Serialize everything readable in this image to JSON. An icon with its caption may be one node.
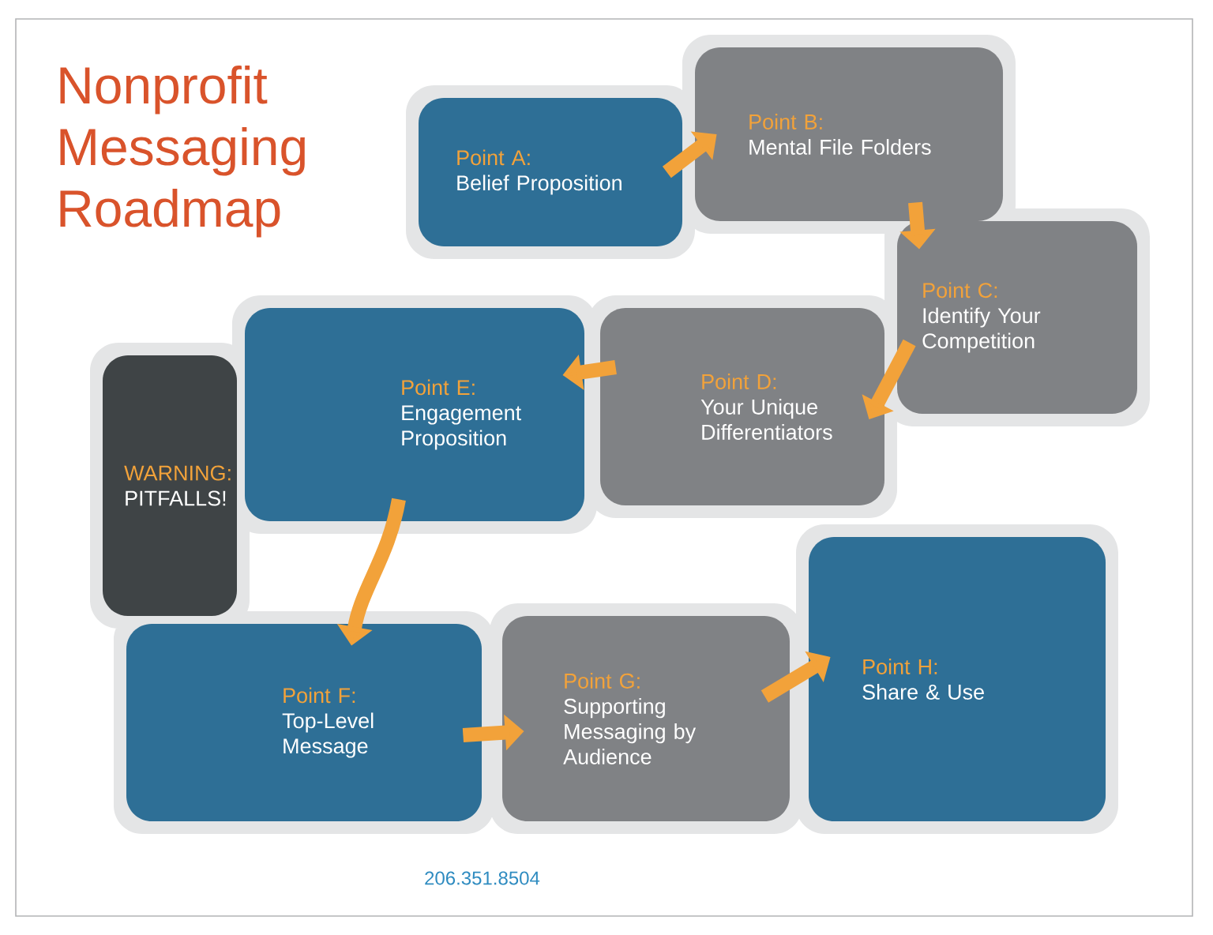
{
  "diagram": {
    "title": "Nonprofit Messaging Roadmap",
    "nodes": [
      {
        "text": [
          "Point A:",
          "Belief Proposition"
        ]
      },
      {
        "text": [
          "Point B:",
          "Mental File Folders"
        ]
      },
      {
        "text": [
          "Point C:",
          "Identify Your Competition"
        ]
      },
      {
        "text": [
          "Point D:",
          "Your Unique Differentiators"
        ]
      },
      {
        "text": [
          "Point E:",
          "Engagement Proposition"
        ]
      },
      {
        "text": [
          "WARNING:",
          "PITFALLS!"
        ]
      },
      {
        "text": [
          "Point F:",
          "Top-Level Message"
        ]
      },
      {
        "text": [
          "Point G:",
          "Supporting Messaging by Audience"
        ]
      },
      {
        "text": [
          "Point H:",
          "Share & Use"
        ]
      }
    ],
    "edges": [
      {
        "from": 0,
        "to": 1,
        "arrow": "to"
      },
      {
        "from": 1,
        "to": 2,
        "arrow": "to"
      },
      {
        "from": 2,
        "to": 3,
        "arrow": "to"
      },
      {
        "from": 3,
        "to": 4,
        "arrow": "to"
      },
      {
        "from": 4,
        "to": 6,
        "arrow": "to"
      },
      {
        "from": 6,
        "to": 7,
        "arrow": "to"
      },
      {
        "from": 7,
        "to": 8,
        "arrow": "to"
      }
    ],
    "labels": [
      "206.351.8504"
    ]
  }
}
